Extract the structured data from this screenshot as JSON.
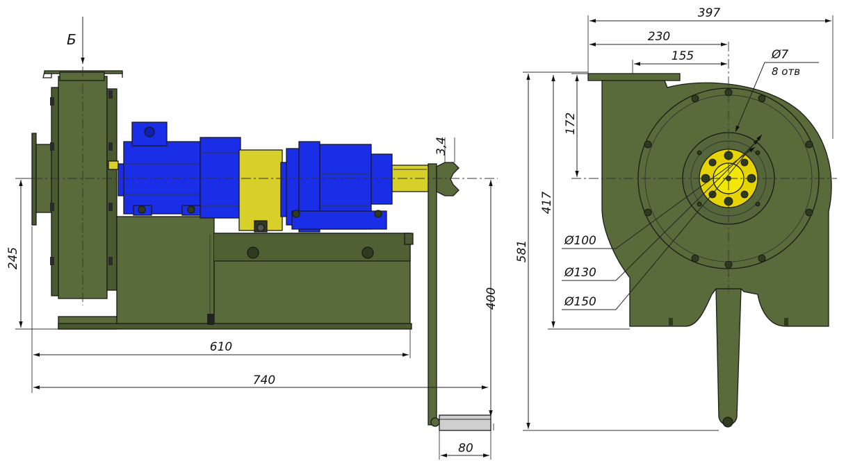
{
  "view_arrow_label": "Б",
  "dimensions": {
    "left_view": {
      "height_245": "245",
      "length_610": "610",
      "length_740": "740",
      "height_400": "400",
      "handle_80": "80",
      "shaft_3_4": "3,4"
    },
    "right_view": {
      "width_397": "397",
      "width_230": "230",
      "width_155": "155",
      "height_172": "172",
      "height_417": "417",
      "height_581": "581",
      "hole_d7": "Ø7",
      "hole_count": "8 отв",
      "dia_100": "Ø100",
      "dia_130": "Ø130",
      "dia_150": "Ø150"
    }
  },
  "colors": {
    "housing_green": "#596b3a",
    "housing_dark": "#4a5a30",
    "motor_blue": "#1a2ee8",
    "motor_blue_dark": "#0f1fb0",
    "coupling_yellow": "#d7cf2a",
    "flange_yellow": "#e6d400",
    "handle_grey": "#cfcfcf"
  }
}
